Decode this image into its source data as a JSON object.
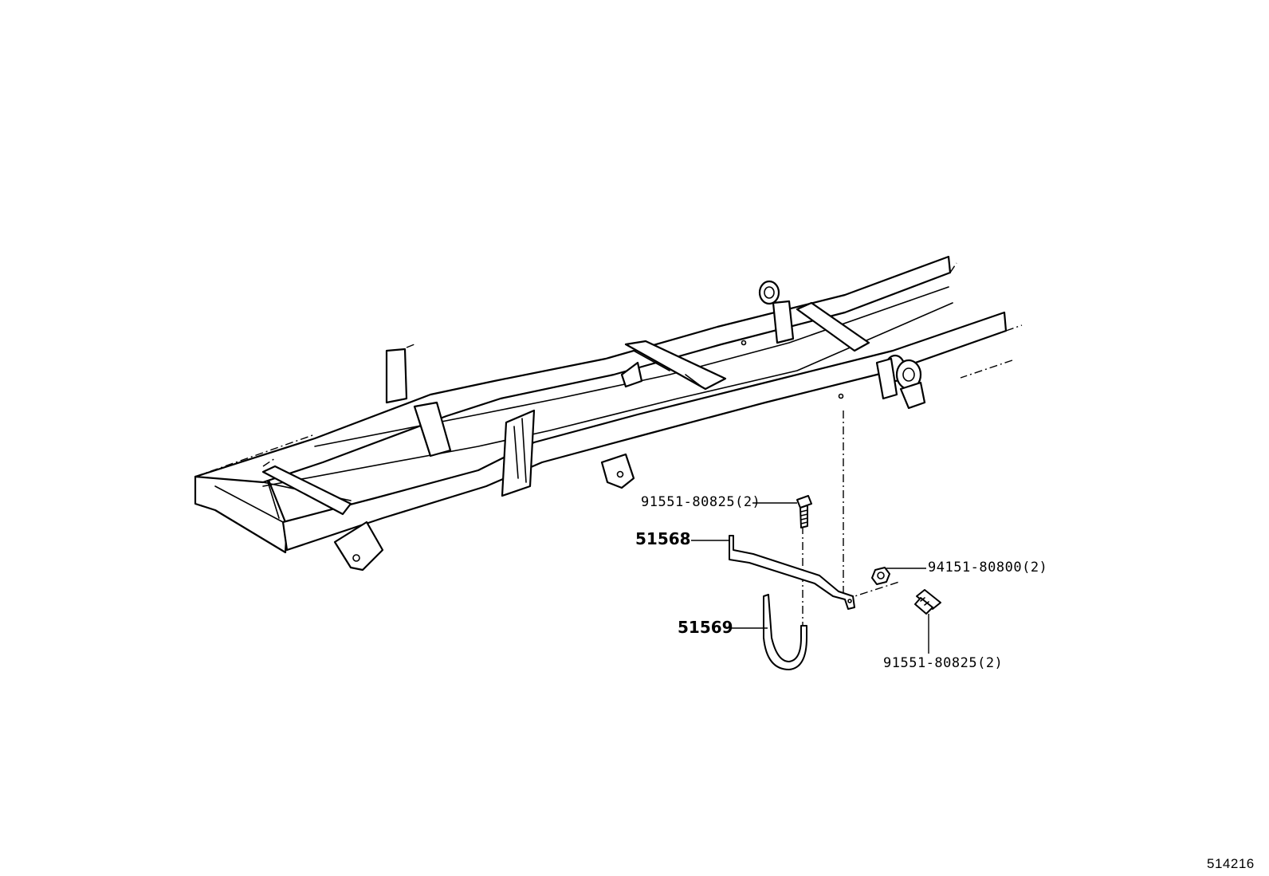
{
  "callouts": {
    "bolt_upper": "91551-80825(2)",
    "bracket": "51568",
    "nut": "94151-80800(2)",
    "clamp": "51569",
    "bolt_lower": "91551-80825(2)"
  },
  "figure_ref": "514216"
}
